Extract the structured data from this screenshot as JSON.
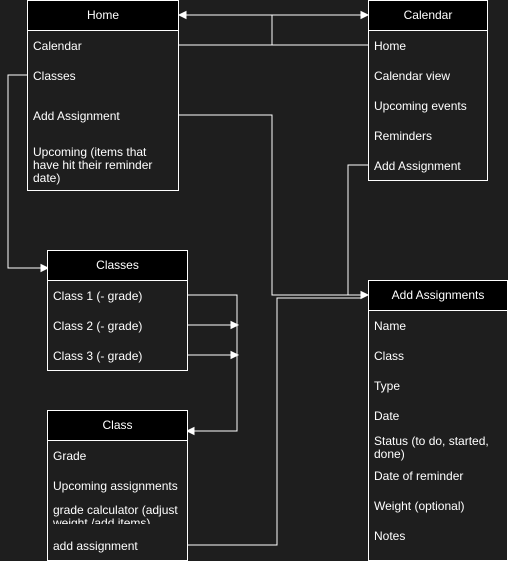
{
  "home": {
    "title": "Home",
    "items": [
      "Calendar",
      "Classes",
      "Add Assignment",
      "Upcoming (items that have hit their reminder date)"
    ]
  },
  "calendar": {
    "title": "Calendar",
    "items": [
      "Home",
      "Calendar view",
      "Upcoming events",
      "Reminders",
      "Add Assignment"
    ]
  },
  "classes": {
    "title": "Classes",
    "items": [
      "Class 1 (- grade)",
      "Class 2 (- grade)",
      "Class 3 (- grade)"
    ]
  },
  "class": {
    "title": "Class",
    "items": [
      "Grade",
      "Upcoming assignments",
      "grade calculator (adjust weight /add items)",
      "add assignment"
    ]
  },
  "add_assignments": {
    "title": "Add Assignments",
    "items": [
      "Name",
      "Class",
      "Type",
      "Date",
      "Status (to do, started, done)",
      "Date of reminder",
      "Weight (optional)",
      "Notes"
    ]
  }
}
